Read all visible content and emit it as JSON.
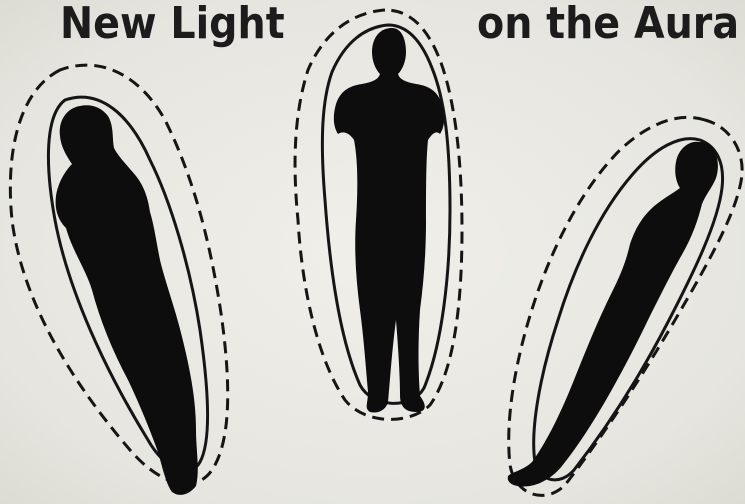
{
  "headline": {
    "left_text": "New Light",
    "right_text": "on the Aura"
  },
  "colors": {
    "ink": "#0d0d0d",
    "paper": "#ecebe6"
  },
  "figures": [
    {
      "name": "reclining-figure-left",
      "pose": "tilted"
    },
    {
      "name": "standing-figure-center",
      "pose": "upright"
    },
    {
      "name": "reclining-figure-right",
      "pose": "tilted"
    }
  ]
}
